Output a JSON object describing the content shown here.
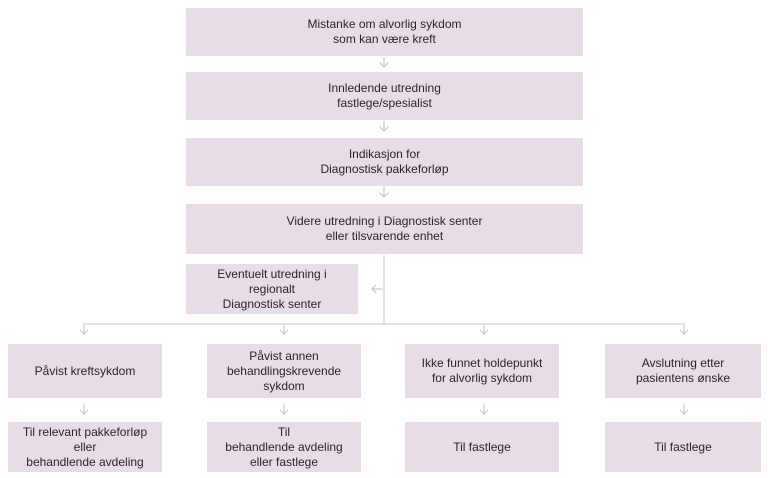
{
  "colors": {
    "box_fill": "#e8dde6",
    "line": "#cfc3cd",
    "text": "#2a1f2a"
  },
  "nodes": {
    "suspicion": "Mistanke om alvorlig sykdom\nsom kan være kreft",
    "initial_workup": "Innledende utredning\nfastlege/spesialist",
    "indication": "Indikasjon for\nDiagnostisk pakkeforløp",
    "further_workup": "Videre utredning i Diagnostisk senter\neller tilsvarende enhet",
    "regional": "Eventuelt utredning i\nregionalt\nDiagnostisk senter",
    "cancer_found": "Påvist kreftsykdom",
    "other_disease": "Påvist annen\nbehandlingskrevende\nsykdom",
    "nothing_found": "Ikke funnet holdepunkt\nfor alvorlig sykdom",
    "patient_wish": "Avslutning etter\npasientens ønske",
    "to_cancer_pathway": "Til relevant pakkeforløp\neller\nbehandlende avdeling",
    "to_treating_dept": "Til\nbehandlende avdeling\neller fastlege",
    "to_gp_1": "Til fastlege",
    "to_gp_2": "Til fastlege"
  }
}
